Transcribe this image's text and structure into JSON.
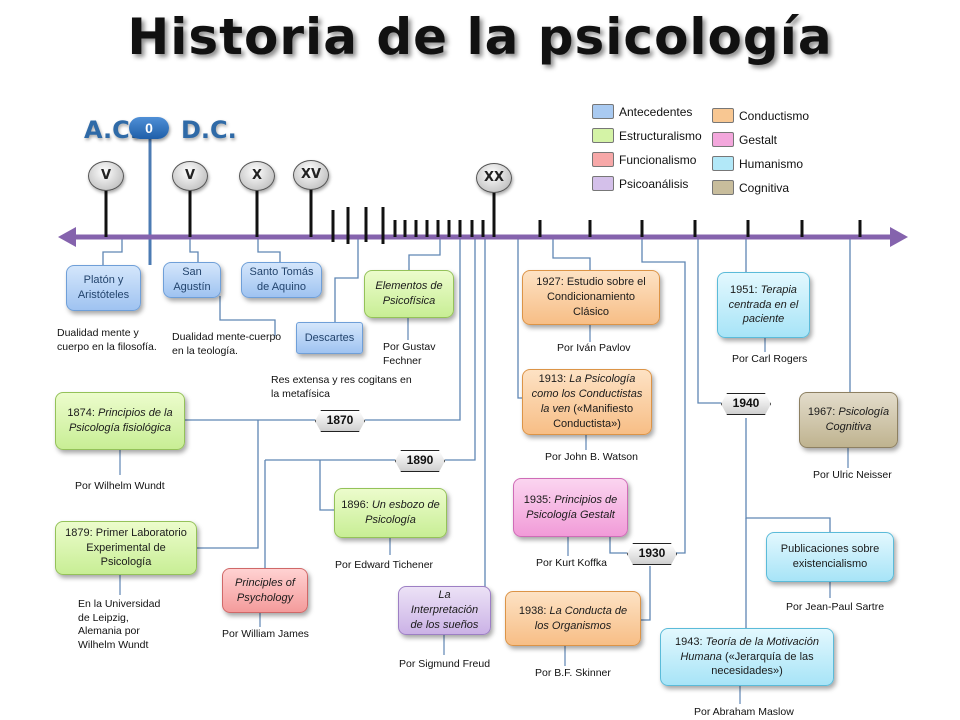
{
  "title": "Historia de la psicología",
  "era": {
    "before": "A.C.",
    "zero": "0",
    "after": "D.C."
  },
  "centuries": [
    "V",
    "V",
    "X",
    "XV",
    "XX"
  ],
  "year_tags": [
    "1870",
    "1890",
    "1930",
    "1940"
  ],
  "legend": [
    {
      "label": "Antecedentes",
      "color": "#a9caf1"
    },
    {
      "label": "Estructuralismo",
      "color": "#d4f3a6"
    },
    {
      "label": "Funcionalismo",
      "color": "#f7a8a8"
    },
    {
      "label": "Psicoanálisis",
      "color": "#d4c0ea"
    },
    {
      "label": "Conductismo",
      "color": "#f8c792"
    },
    {
      "label": "Gestalt",
      "color": "#f3a7dc"
    },
    {
      "label": "Humanismo",
      "color": "#b2e8f8"
    },
    {
      "label": "Cognitiva",
      "color": "#c8bd9c"
    }
  ],
  "nodes": {
    "platon": {
      "text": "Platón y Aristóteles"
    },
    "agustin": {
      "text": "San Agustín"
    },
    "aquino": {
      "text": "Santo Tomás de Aquino"
    },
    "descartes": {
      "text": "Descartes"
    },
    "psicofisica": {
      "title": "Elementos de Psicofísica",
      "author": "Por Gustav Fechner"
    },
    "wundt1874": {
      "year": "1874:",
      "title": "Principios de la Psicología fisiológica",
      "author": "Por Wilhelm Wundt"
    },
    "wundt1879": {
      "text": "1879: Primer Laboratorio Experimental de Psicología"
    },
    "tichener": {
      "year": "1896:",
      "title": "Un esbozo de Psicología",
      "author": "Por Edward Tichener"
    },
    "james": {
      "title": "Principles of Psychology",
      "author": "Por William James"
    },
    "freud": {
      "title": "La Interpretación de los sueños",
      "author": "Por Sigmund Freud"
    },
    "pavlov": {
      "text": "1927: Estudio sobre el Condicionamiento Clásico",
      "author": "Por Iván Pavlov"
    },
    "watson": {
      "year": "1913:",
      "title": "La Psicología como los Conductistas la ven",
      "rest": "(«Manifiesto Conductista»)",
      "author": "Por John B. Watson"
    },
    "koffka": {
      "year": "1935:",
      "title": "Principios de Psicología Gestalt",
      "author": "Por Kurt Koffka"
    },
    "skinner": {
      "year": "1938:",
      "title": "La Conducta de los Organismos",
      "author": "Por B.F. Skinner"
    },
    "rogers": {
      "year": "1951:",
      "title": "Terapia centrada en el paciente",
      "author": "Por Carl Rogers"
    },
    "neisser": {
      "year": "1967:",
      "title": "Psicología Cognitiva",
      "author": "Por Ulric Neisser"
    },
    "sartre": {
      "text": "Publicaciones sobre existencialismo",
      "author": "Por Jean-Paul Sartre"
    },
    "maslow": {
      "year": "1943:",
      "title": "Teoría de la Motivación Humana",
      "rest": "(«Jerarquía de las necesidades»)",
      "author": "Por Abraham Maslow"
    }
  },
  "notes": {
    "platon": "Dualidad mente y cuerpo en la filosofía.",
    "teologia": "Dualidad mente-cuerpo en la teología.",
    "descartes": "Res extensa y res cogitans en la metafísica",
    "wundt1879": "En la Universidad de Leipzig, Alemania por Wilhelm Wundt"
  }
}
